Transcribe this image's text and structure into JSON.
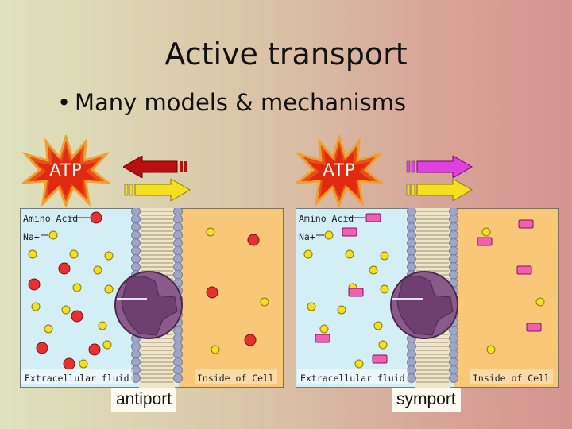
{
  "slide": {
    "title": "Active transport",
    "bullet": "Many models & mechanisms"
  },
  "colors": {
    "extracellular": "#d4eef6",
    "intracellular": "#f8c878",
    "antiport_out_arrow": "#b81010",
    "symport_arrow": "#e040e0",
    "sodium_arrow": "#f4e020",
    "atp_burst": "#e03010"
  },
  "left_panel": {
    "atp_label": "ATP",
    "amino_acid_label": "Amino Acid",
    "sodium_label": "Na+",
    "outside_label": "Extracellular fluid",
    "inside_label": "Inside of Cell",
    "caption": "antiport"
  },
  "right_panel": {
    "atp_label": "ATP",
    "amino_acid_label": "Amino Acid",
    "sodium_label": "Na+",
    "outside_label": "Extracellular fluid",
    "inside_label": "Inside of Cell",
    "caption": "symport"
  }
}
